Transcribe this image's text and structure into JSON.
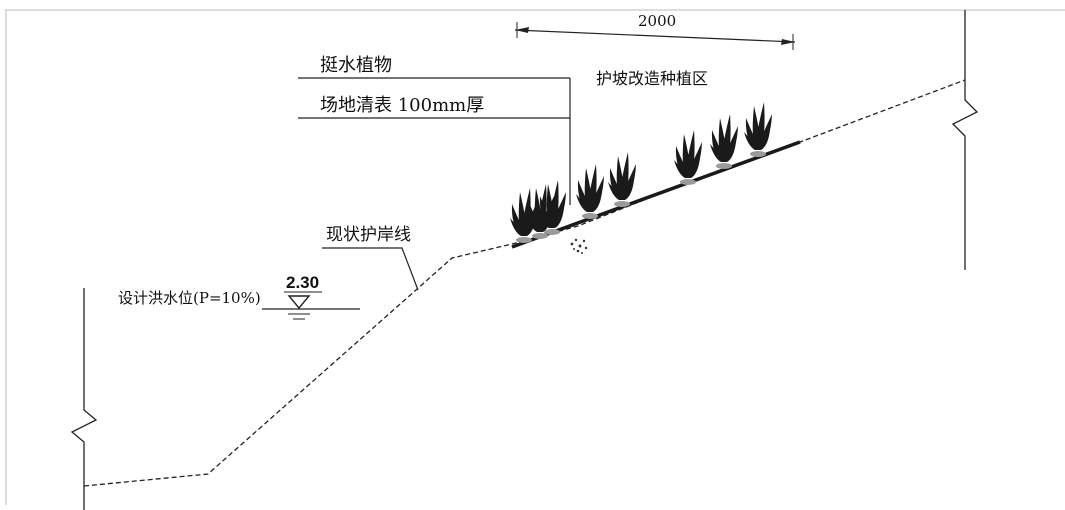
{
  "diagram": {
    "dimension_label": "2000",
    "layer_labels": [
      "挺水植物",
      "场地清表 100mm厚"
    ],
    "zone_label": "护坡改造种植区",
    "bank_line_label": "现状护岸线",
    "water_level": {
      "label": "设计洪水位(P=10%)",
      "elevation": "2.30"
    },
    "plant_count": 8
  },
  "colors": {
    "line": "#222222",
    "frame": "#bbbbbb",
    "plant": "#1a1a1a",
    "plant_base": "#9a9a9a"
  }
}
